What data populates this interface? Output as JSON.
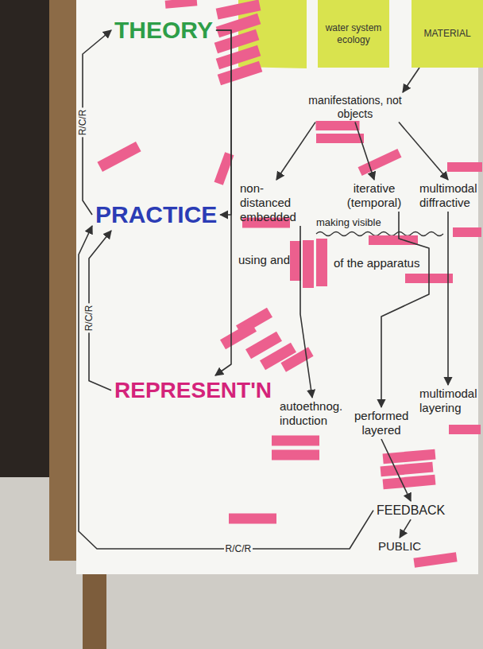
{
  "diagram": {
    "nodes": [
      {
        "text": [
          "THEORY"
        ]
      },
      {
        "text": [
          "water system ecology"
        ]
      },
      {
        "text": [
          "MATERIAL"
        ]
      },
      {
        "text": [
          "manifestations, not objects"
        ]
      },
      {
        "text": [
          "PRACTICE"
        ]
      },
      {
        "text": [
          "non-distanced embedded"
        ]
      },
      {
        "text": [
          "iterative (temporal)"
        ]
      },
      {
        "text": [
          "multimodal diffractive"
        ]
      },
      {
        "text": [
          "REPRESENT'N"
        ]
      },
      {
        "text": [
          "autoethnog. induction"
        ]
      },
      {
        "text": [
          "performed layered"
        ]
      },
      {
        "text": [
          "multimodal layering"
        ]
      },
      {
        "text": [
          "FEEDBACK"
        ]
      },
      {
        "text": [
          "PUBLIC"
        ]
      }
    ],
    "edges": [
      {
        "from": 0,
        "to": 4,
        "arrow": "to"
      },
      {
        "from": 0,
        "to": 8,
        "arrow": "to"
      },
      {
        "from": 4,
        "to": 0,
        "label": "R/C/R",
        "arrow": "to"
      },
      {
        "from": 8,
        "to": 4,
        "label": "R/C/R",
        "arrow": "to"
      },
      {
        "from": 12,
        "to": 4,
        "label": "R/C/R",
        "arrow": "to"
      },
      {
        "from": 2,
        "to": 3,
        "arrow": "to"
      },
      {
        "from": 3,
        "to": 5,
        "arrow": "to"
      },
      {
        "from": 3,
        "to": 6,
        "arrow": "to"
      },
      {
        "from": 3,
        "to": 7,
        "arrow": "to"
      },
      {
        "from": 5,
        "to": 9,
        "arrow": "to"
      },
      {
        "from": 6,
        "to": 10,
        "arrow": "to"
      },
      {
        "from": 7,
        "to": 11,
        "arrow": "to"
      },
      {
        "from": 10,
        "to": 12,
        "arrow": "to"
      },
      {
        "from": 12,
        "to": 13,
        "arrow": "to"
      }
    ],
    "labels": [
      "making visible",
      "using and",
      "of the apparatus"
    ]
  }
}
